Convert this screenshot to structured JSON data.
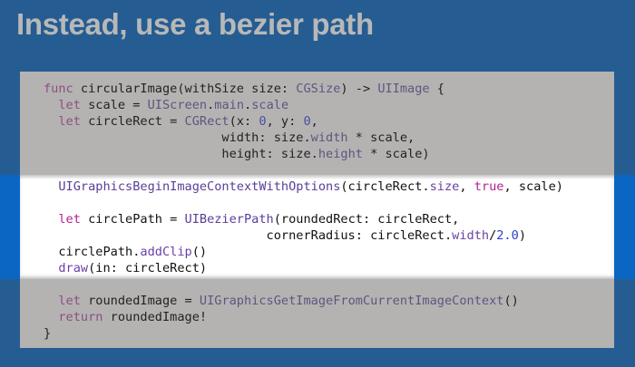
{
  "slide": {
    "title": "Instead, use a bezier path"
  },
  "colors": {
    "background": "#255d92",
    "title_text": "#b8b8b8",
    "side_band": "#0a66c2",
    "panel": "#b4b3b2",
    "highlight": "#ffffff",
    "keyword": "#a0378a",
    "type": "#5b4a8a",
    "number": "#3a3fb0"
  },
  "code": {
    "language": "swift",
    "highlighted_lines": [
      6,
      7,
      8,
      9,
      10,
      11,
      12
    ],
    "lines": [
      {
        "tokens": [
          {
            "t": "kw",
            "v": "func"
          },
          {
            "t": "pl",
            "v": " circularImage(withSize size: "
          },
          {
            "t": "ty",
            "v": "CGSize"
          },
          {
            "t": "pl",
            "v": ") -> "
          },
          {
            "t": "ty",
            "v": "UIImage"
          },
          {
            "t": "pl",
            "v": " {"
          }
        ]
      },
      {
        "tokens": [
          {
            "t": "pl",
            "v": "  "
          },
          {
            "t": "kw",
            "v": "let"
          },
          {
            "t": "pl",
            "v": " scale = "
          },
          {
            "t": "ty",
            "v": "UIScreen"
          },
          {
            "t": "pl",
            "v": "."
          },
          {
            "t": "prop",
            "v": "main"
          },
          {
            "t": "pl",
            "v": "."
          },
          {
            "t": "prop",
            "v": "scale"
          }
        ]
      },
      {
        "tokens": [
          {
            "t": "pl",
            "v": "  "
          },
          {
            "t": "kw",
            "v": "let"
          },
          {
            "t": "pl",
            "v": " circleRect = "
          },
          {
            "t": "ty",
            "v": "CGRect"
          },
          {
            "t": "pl",
            "v": "(x: "
          },
          {
            "t": "num",
            "v": "0"
          },
          {
            "t": "pl",
            "v": ", y: "
          },
          {
            "t": "num",
            "v": "0"
          },
          {
            "t": "pl",
            "v": ","
          }
        ]
      },
      {
        "tokens": [
          {
            "t": "pl",
            "v": "                        width: size."
          },
          {
            "t": "prop",
            "v": "width"
          },
          {
            "t": "pl",
            "v": " * scale,"
          }
        ]
      },
      {
        "tokens": [
          {
            "t": "pl",
            "v": "                        height: size."
          },
          {
            "t": "prop",
            "v": "height"
          },
          {
            "t": "pl",
            "v": " * scale)"
          }
        ]
      },
      {
        "tokens": [
          {
            "t": "pl",
            "v": ""
          }
        ]
      },
      {
        "tokens": [
          {
            "t": "pl",
            "v": "  "
          },
          {
            "t": "ty",
            "v": "UIGraphicsBeginImageContextWithOptions"
          },
          {
            "t": "pl",
            "v": "(circleRect."
          },
          {
            "t": "prop",
            "v": "size"
          },
          {
            "t": "pl",
            "v": ", "
          },
          {
            "t": "kw",
            "v": "true"
          },
          {
            "t": "pl",
            "v": ", scale)"
          }
        ]
      },
      {
        "tokens": [
          {
            "t": "pl",
            "v": ""
          }
        ]
      },
      {
        "tokens": [
          {
            "t": "pl",
            "v": "  "
          },
          {
            "t": "kw",
            "v": "let"
          },
          {
            "t": "pl",
            "v": " circlePath = "
          },
          {
            "t": "ty",
            "v": "UIBezierPath"
          },
          {
            "t": "pl",
            "v": "(roundedRect: circleRect,"
          }
        ]
      },
      {
        "tokens": [
          {
            "t": "pl",
            "v": "                              cornerRadius: circleRect."
          },
          {
            "t": "prop",
            "v": "width"
          },
          {
            "t": "pl",
            "v": "/"
          },
          {
            "t": "num",
            "v": "2.0"
          },
          {
            "t": "pl",
            "v": ")"
          }
        ]
      },
      {
        "tokens": [
          {
            "t": "pl",
            "v": "  circlePath."
          },
          {
            "t": "prop",
            "v": "addClip"
          },
          {
            "t": "pl",
            "v": "()"
          }
        ]
      },
      {
        "tokens": [
          {
            "t": "pl",
            "v": "  "
          },
          {
            "t": "prop",
            "v": "draw"
          },
          {
            "t": "pl",
            "v": "(in: circleRect)"
          }
        ]
      },
      {
        "tokens": [
          {
            "t": "pl",
            "v": ""
          }
        ]
      },
      {
        "tokens": [
          {
            "t": "pl",
            "v": "  "
          },
          {
            "t": "kw",
            "v": "let"
          },
          {
            "t": "pl",
            "v": " roundedImage = "
          },
          {
            "t": "ty",
            "v": "UIGraphicsGetImageFromCurrentImageContext"
          },
          {
            "t": "pl",
            "v": "()"
          }
        ]
      },
      {
        "tokens": [
          {
            "t": "pl",
            "v": "  "
          },
          {
            "t": "kw",
            "v": "return"
          },
          {
            "t": "pl",
            "v": " roundedImage!"
          }
        ]
      },
      {
        "tokens": [
          {
            "t": "pl",
            "v": "}"
          }
        ]
      }
    ]
  }
}
